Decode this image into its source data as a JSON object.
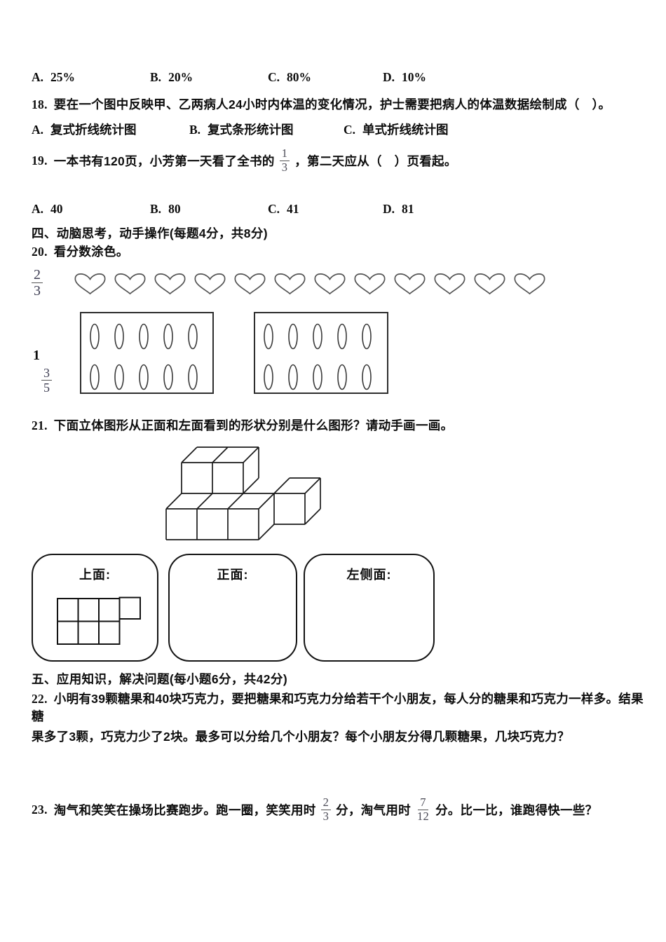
{
  "colors": {
    "ink": "#0d0d0d",
    "line": "#1a1a1a",
    "shape_stroke": "#555555",
    "fraction_ink": "#3d3d52"
  },
  "exam": {
    "q17": {
      "options": [
        {
          "key": "A.",
          "text": "25%"
        },
        {
          "key": "B.",
          "text": "20%"
        },
        {
          "key": "C.",
          "text": "80%"
        },
        {
          "key": "D.",
          "text": "10%"
        }
      ]
    },
    "q18": {
      "number": "18.",
      "text": "要在一个图中反映甲、乙两病人24小时内体温的变化情况，护士需要把病人的体温数据绘制成（　）。",
      "options": [
        {
          "key": "A.",
          "text": "复式折线统计图"
        },
        {
          "key": "B.",
          "text": "复式条形统计图"
        },
        {
          "key": "C.",
          "text": "单式折线统计图"
        }
      ]
    },
    "q19": {
      "number": "19.",
      "text_before": "一本书有120页，小芳第一天看了全书的",
      "fraction": {
        "num": "1",
        "den": "3"
      },
      "text_after": "，第二天应从（　）页看起。",
      "options": [
        {
          "key": "A.",
          "text": "40"
        },
        {
          "key": "B.",
          "text": "80"
        },
        {
          "key": "C.",
          "text": "41"
        },
        {
          "key": "D.",
          "text": "81"
        }
      ]
    },
    "section4": {
      "title": "四、动脑思考，动手操作(每题4分，共8分)"
    },
    "q20": {
      "number": "20.",
      "text": "看分数涂色。",
      "fraction_hearts": {
        "num": "2",
        "den": "3"
      },
      "hearts_count": 12,
      "mixed_number": {
        "whole": "1",
        "num": "3",
        "den": "5"
      },
      "oval_boxes": [
        {
          "rows": 2,
          "cols": 5
        },
        {
          "rows": 2,
          "cols": 5
        }
      ]
    },
    "q21": {
      "number": "21.",
      "text": "下面立体图形从正面和左面看到的形状分别是什么图形？请动手画一画。",
      "answer_boxes": [
        {
          "label": "上面:"
        },
        {
          "label": "正面:"
        },
        {
          "label": "左侧面:"
        }
      ]
    },
    "section5": {
      "title": "五、应用知识，解决问题(每小题6分，共42分)"
    },
    "q22": {
      "number": "22.",
      "line1": "小明有39颗糖果和40块巧克力，要把糖果和巧克力分给若干个小朋友，每人分的糖果和巧克力一样多。结果糖",
      "line2": "果多了3颗，巧克力少了2块。最多可以分给几个小朋友？每个小朋友分得几颗糖果，几块巧克力？"
    },
    "q23": {
      "number": "23.",
      "text_before": "淘气和笑笑在操场比赛跑步。跑一圈，笑笑用时",
      "frac1": {
        "num": "2",
        "den": "3"
      },
      "text_mid": "分，淘气用时",
      "frac2": {
        "num": "7",
        "den": "12"
      },
      "text_after": "分。比一比，谁跑得快一些？"
    }
  }
}
